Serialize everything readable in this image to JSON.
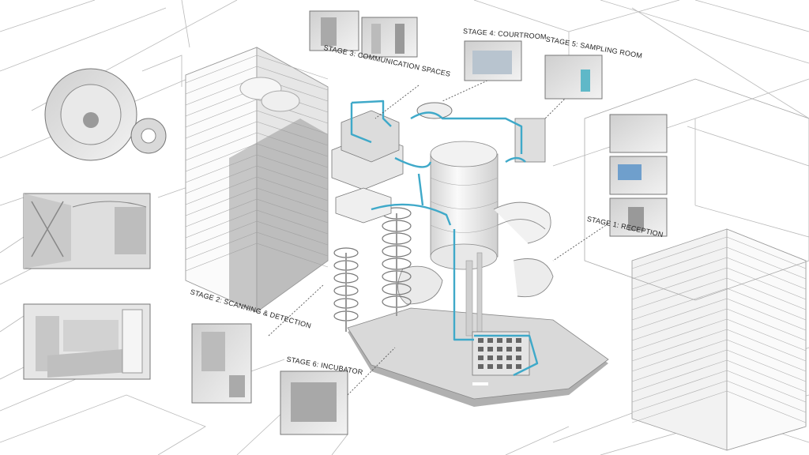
{
  "colors": {
    "circulation": "#3fa9c9",
    "line": "#9a9a9a",
    "shadow": "#8f8f8f",
    "background": "#ffffff"
  },
  "stages": [
    {
      "id": "stage-1",
      "label": "Stage 1: Reception"
    },
    {
      "id": "stage-2",
      "label": "Stage 2: Scanning & Detection"
    },
    {
      "id": "stage-3",
      "label": "Stage 3: Communication Spaces"
    },
    {
      "id": "stage-4",
      "label": "Stage 4: Courtroom"
    },
    {
      "id": "stage-5",
      "label": "Stage 5: Sampling Room"
    },
    {
      "id": "stage-6",
      "label": "Stage 6: Incubator"
    }
  ]
}
